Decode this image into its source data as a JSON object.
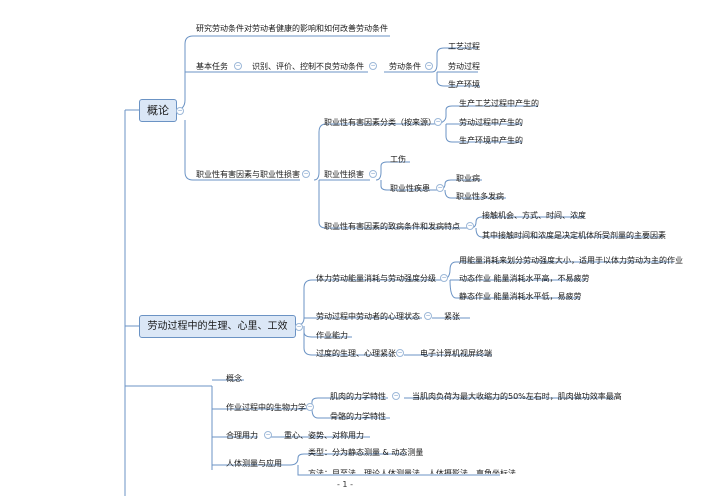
{
  "root1": "概论",
  "root2": "劳动过程中的生理、心里、工效",
  "n_yanjiu": "研究劳动条件对劳动者健康的影响和如何改善劳动条件",
  "n_jiben": "基本任务",
  "n_shibie": "识别、评价、控制不良劳动条件",
  "n_tiaojian": "劳动条件",
  "n_gongyi": "工艺过程",
  "n_laodong": "劳动过程",
  "n_huanjing": "生产环境",
  "n_zhiye": "职业性有害因素与职业性损害",
  "n_fenlei": "职业性有害因素分类（按来源）",
  "n_f1": "生产工艺过程中产生的",
  "n_f2": "劳动过程中产生的",
  "n_f3": "生产环境中产生的",
  "n_sunhai": "职业性损害",
  "n_gongshang": "工伤",
  "n_jibing": "职业性疾患",
  "n_zhiyebing": "职业病",
  "n_duofa": "职业性多发病",
  "n_zhibing": "职业性有害因素的致病条件和发病特点",
  "n_jiechu": "接触机会、方式、时间、浓度",
  "n_zhuyao": "其中接触时间和浓度是决定机体所受剂量的主要因素",
  "n_tili": "体力劳动能量消耗与劳动强度分级",
  "n_t1": "用能量消耗来划分劳动强度大小，适用于以体力劳动为主的作业",
  "n_t2": "动态作业 能量消耗水平高，不易疲劳",
  "n_t3": "静态作业 能量消耗水平低，易疲劳",
  "n_xinli": "劳动过程中劳动者的心理状态",
  "n_jinzhang": "紧张",
  "n_nengli": "作业能力",
  "n_guodu": "过度的生理、心理紧张",
  "n_diannao": "电子计算机视屏终端",
  "n_gainian": "概念",
  "n_shengwu": "作业过程中的生物力学",
  "n_jirou": "肌肉的力学特性",
  "n_jirou_d": "当肌肉负荷为最大收缩力的50%左右时，肌肉做功效率最高",
  "n_guge": "骨骼的力学特性",
  "n_heli": "合理用力",
  "n_zhongxin": "重心、姿势、对称用力",
  "n_renti": "人体测量与应用",
  "n_leixing": "类型：分为静态测量 & 动态测量",
  "n_fangfa": "方法：目至法，理论人体测量法，人体摄影法，直角坐标法",
  "page": "- 1 -"
}
